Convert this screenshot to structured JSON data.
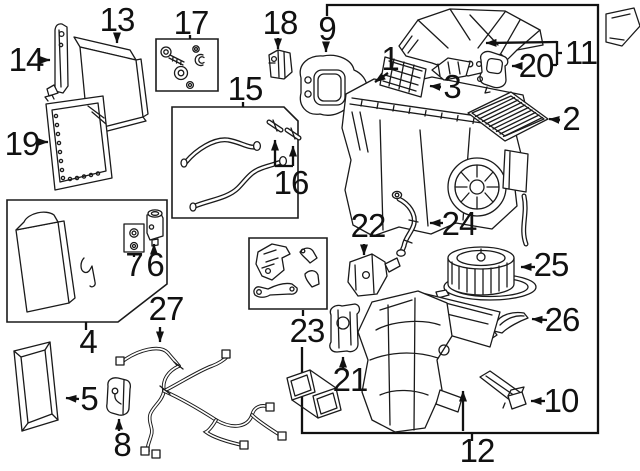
{
  "diagram": {
    "background_color": "#ffffff",
    "line_color": "#1a1a1a",
    "label_color": "#111111",
    "callouts": [
      {
        "label": "1"
      },
      {
        "label": "2"
      },
      {
        "label": "3"
      },
      {
        "label": "4"
      },
      {
        "label": "5"
      },
      {
        "label": "6"
      },
      {
        "label": "7"
      },
      {
        "label": "8"
      },
      {
        "label": "9"
      },
      {
        "label": "10"
      },
      {
        "label": "11"
      },
      {
        "label": "12"
      },
      {
        "label": "13"
      },
      {
        "label": "14"
      },
      {
        "label": "15"
      },
      {
        "label": "16"
      },
      {
        "label": "17"
      },
      {
        "label": "18"
      },
      {
        "label": "19"
      },
      {
        "label": "20"
      },
      {
        "label": "21"
      },
      {
        "label": "22"
      },
      {
        "label": "23"
      },
      {
        "label": "24"
      },
      {
        "label": "25"
      },
      {
        "label": "26"
      },
      {
        "label": "27"
      }
    ]
  }
}
